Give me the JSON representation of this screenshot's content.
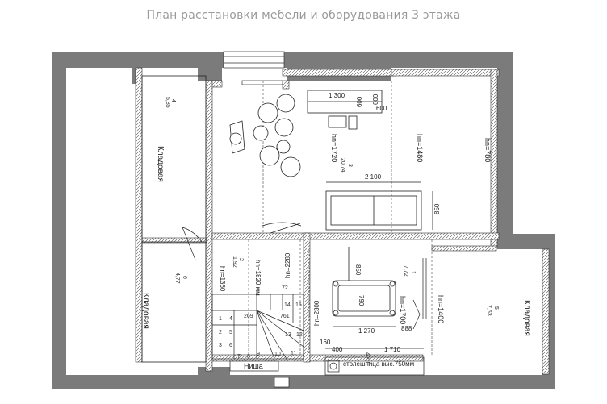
{
  "title": "План расстановки мебели и оборудования 3 этажа",
  "rooms": {
    "r4": {
      "num": "4",
      "area": "5,85",
      "name": "Кладовая"
    },
    "r6": {
      "num": "6",
      "area": "4,77",
      "name": "Кладовая"
    },
    "r3": {
      "num": "3",
      "area": "20,74"
    },
    "r5": {
      "num": "5",
      "area": "7,53",
      "name": "Кладовая"
    },
    "r1": {
      "num": "1",
      "area": "7,72"
    },
    "r2": {
      "num": "2",
      "area": "1,92"
    }
  },
  "heights": {
    "h1720": "hn=1720",
    "h1480": "hn=1480",
    "h780": "hn=780",
    "h1820": "hn=1820 мм",
    "h1360": "hn=1360",
    "h2280": "hn=2280",
    "h2300": "hn=2300",
    "h1700": "hn=1700",
    "h1400": "hn=1400"
  },
  "dims": {
    "d1300": "1 300",
    "d600a": "600",
    "d600b": "600",
    "d600c": "600",
    "d2100": "2 100",
    "d850a": "850",
    "d850b": "850",
    "d790": "790",
    "d1270": "1 270",
    "d888": "888",
    "d1710": "1 710",
    "d400": "400",
    "d420": "420",
    "d160": "160",
    "d72": "72",
    "d761": "761",
    "d269": "269"
  },
  "stairs": [
    "1",
    "2",
    "3",
    "4",
    "5",
    "6",
    "7",
    "8",
    "9",
    "10",
    "11",
    "12",
    "13",
    "14",
    "15"
  ],
  "labels": {
    "niche": "Ниша",
    "countertop": "столешница выс.750мм"
  },
  "colors": {
    "wall": "#7b7b7b",
    "wall_dark": "#6f6f6f",
    "line": "#222222",
    "title": "#9a9a9a"
  }
}
